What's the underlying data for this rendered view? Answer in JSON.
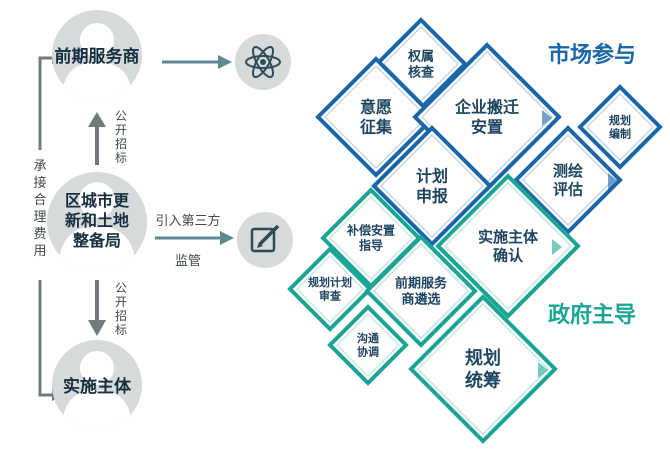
{
  "colors": {
    "gray": "#6f7b7d",
    "circle_gray": "#d6dadb",
    "person": "#ffffff",
    "blue": "#1a66a8",
    "teal": "#1aa595",
    "dark_text": "#1f4660",
    "link": "#5d8a8f"
  },
  "left_flow": {
    "side_label": "承接合理费用",
    "top_node": "前期服务商",
    "middle_node": [
      "区城市更",
      "新和土地",
      "整备局"
    ],
    "bottom_node": "实施主体",
    "upper_arrow_label": [
      "公",
      "开",
      "招",
      "标"
    ],
    "lower_arrow_label": [
      "公",
      "开",
      "招",
      "标"
    ],
    "right_arrow_label_top": "引入第三方",
    "right_arrow_label_bottom": "监管",
    "top_icon": "atom-icon",
    "middle_icon": "edit-icon"
  },
  "section_titles": {
    "market": "市场参与",
    "government": "政府主导"
  },
  "diamonds": {
    "rights_check": [
      "权属",
      "核查"
    ],
    "willingness": [
      "意愿",
      "征集"
    ],
    "relocation": [
      "企业搬迁",
      "安置"
    ],
    "planning_edit": [
      "规划",
      "编制"
    ],
    "survey": [
      "测绘",
      "评估"
    ],
    "plan_report": [
      "计划",
      "申报"
    ],
    "compensation": [
      "补偿安置",
      "指导"
    ],
    "subject_confirm": [
      "实施主体",
      "确认"
    ],
    "plan_review": [
      "规划计划",
      "审查"
    ],
    "provider_select": [
      "前期服务",
      "商遴选"
    ],
    "coordination": [
      "沟通",
      "协调"
    ],
    "master_plan": [
      "规划",
      "统筹"
    ]
  }
}
